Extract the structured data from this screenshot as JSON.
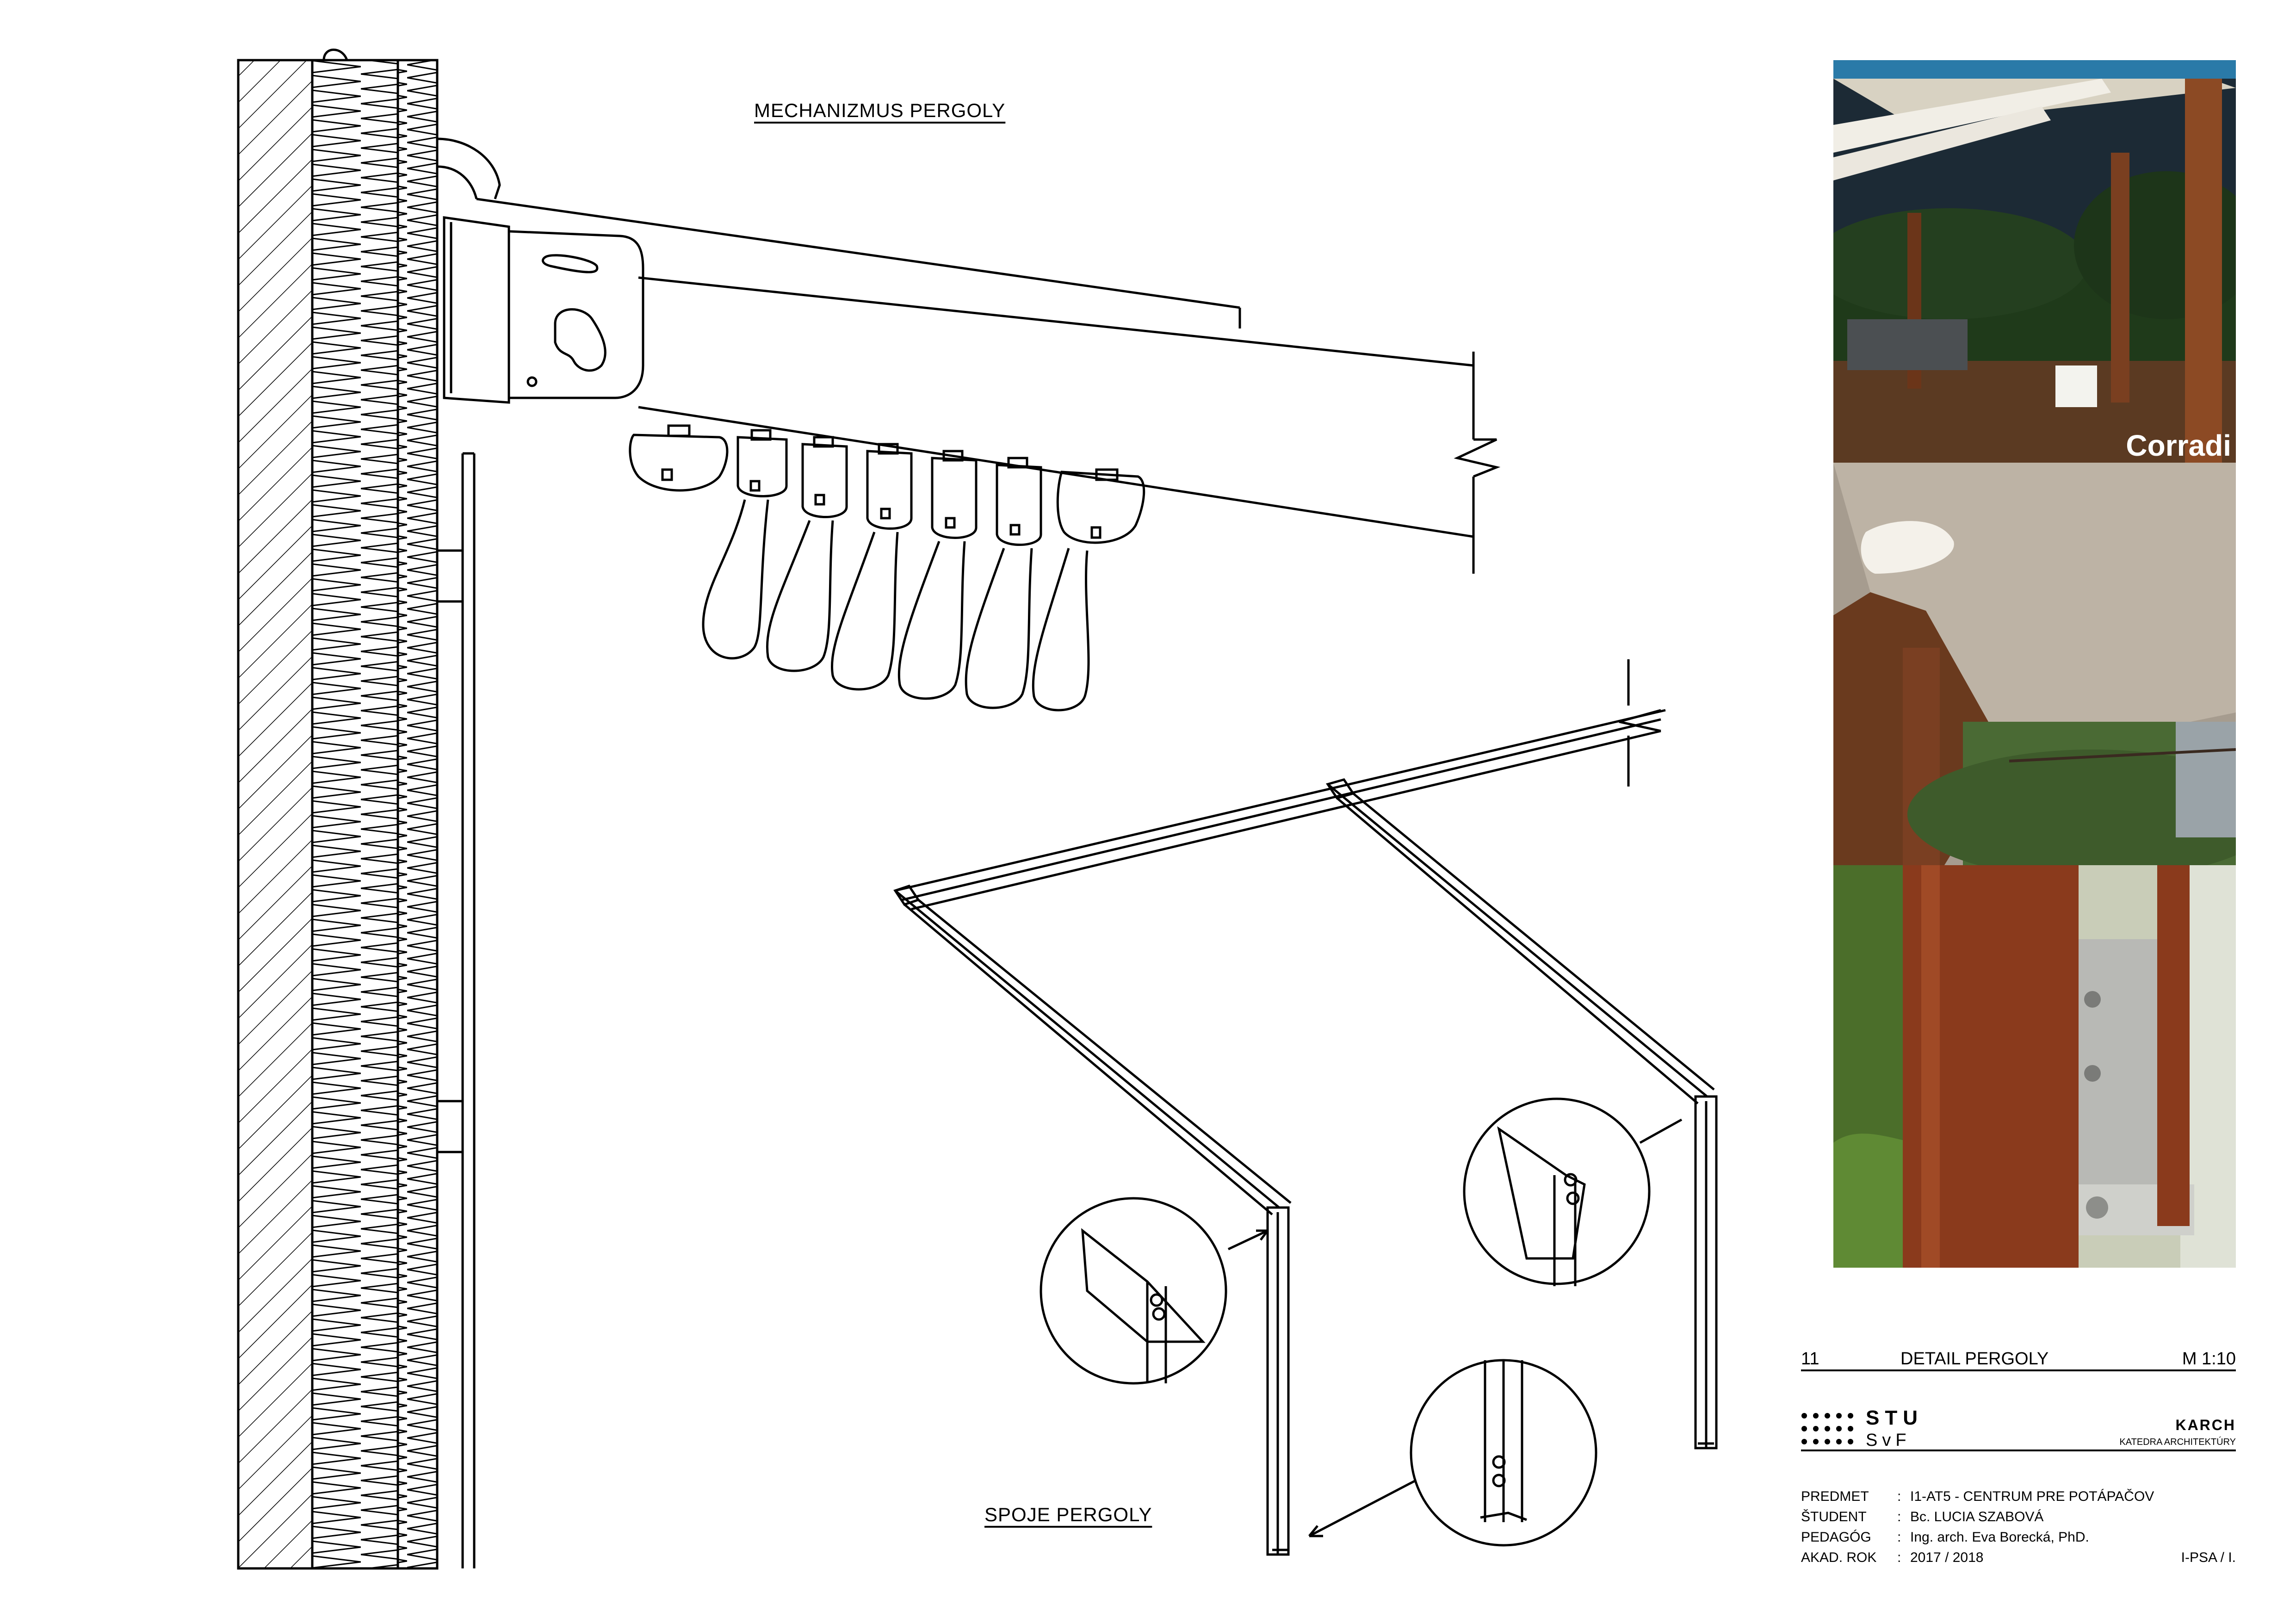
{
  "labels": {
    "mechanism_title": "MECHANIZMUS PERGOLY",
    "joints_title": "SPOJE PERGOLY"
  },
  "photos": {
    "brand": "Corradi"
  },
  "title_block": {
    "sheet_number": "11",
    "sheet_title": "DETAIL PERGOLY",
    "scale": "M 1:10",
    "school_logo_line1": "STU",
    "school_logo_line2": "SvF",
    "department_short": "KARCH",
    "department_full": "KATEDRA ARCHITEKTÚRY",
    "rows": [
      {
        "label": "PREDMET",
        "value": "I1-AT5 - CENTRUM PRE POTÁPAČOV"
      },
      {
        "label": "ŠTUDENT",
        "value": "Bc. LUCIA SZABOVÁ"
      },
      {
        "label": "PEDAGÓG",
        "value": "Ing. arch. Eva Borecká, PhD."
      },
      {
        "label": "AKAD. ROK",
        "value": "2017 / 2018"
      }
    ],
    "drawing_code": "I-PSA / I."
  },
  "colors": {
    "line": "#000000",
    "wood": "#8a3a1c",
    "fabric": "#ece9e0",
    "grass": "#4b6e2a"
  }
}
